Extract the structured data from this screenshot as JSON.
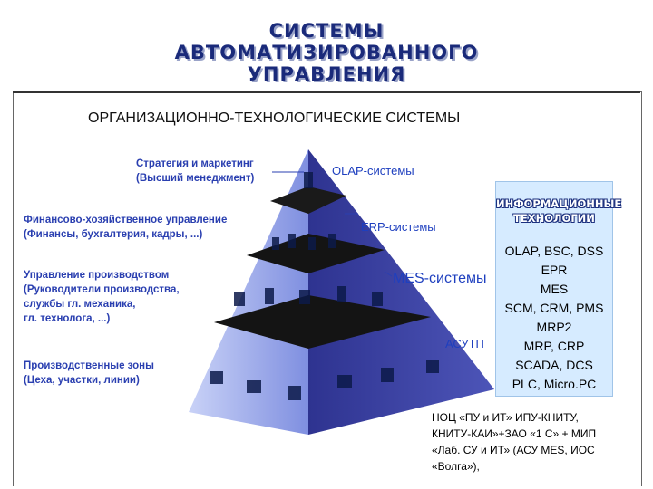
{
  "title": {
    "line1": "СИСТЕМЫ",
    "line2": "АВТОМАТИЗИРОВАННОГО",
    "line3": "УПРАВЛЕНИЯ"
  },
  "section_heading": "ОРГАНИЗАЦИОННО-ТЕХНОЛОГИЧЕСКИЕ СИСТЕМЫ",
  "levels": [
    {
      "label_lines": [
        "Стратегия и маркетинг",
        "(Высший менеджмент)"
      ],
      "system": "OLAP-системы"
    },
    {
      "label_lines": [
        "Финансово-хозяйственное управление",
        "(Финансы, бухгалтерия, кадры, ...)"
      ],
      "system": "ERP-системы"
    },
    {
      "label_lines": [
        "Управление производством",
        "(Руководители производства,",
        "службы гл. механика,",
        "гл. технолога, ...)"
      ],
      "system": "MES-системы"
    },
    {
      "label_lines": [
        "Производственные зоны",
        "(Цеха, участки, линии)"
      ],
      "system": "АСУТП"
    }
  ],
  "info_box": {
    "heading_lines": [
      "ИНФОРМАЦИОННЫЕ",
      "ТЕХНОЛОГИИ"
    ],
    "items": [
      "OLAP, BSC, DSS",
      "EPR",
      "MES",
      "SCM, CRM, PMS",
      "MRP2",
      "MRP, CRP",
      "SCADA, DCS",
      "PLC, Micro.PC"
    ]
  },
  "credits_lines": [
    "НОЦ «ПУ и ИТ» ИПУ-КНИТУ,",
    "КНИТУ-КАИ»+ЗАО «1 С» + МИП",
    "«Лаб. СУ и ИТ» (АСУ MES, ИОС",
    "«Волга»),"
  ],
  "colors": {
    "title": "#1a2a7a",
    "labels": "#2a3fb0",
    "pyramid_light": "#a9b8f0",
    "pyramid_dark": "#3a3f9a",
    "slab": "#141414",
    "info_box_bg": "#d6ebff"
  }
}
